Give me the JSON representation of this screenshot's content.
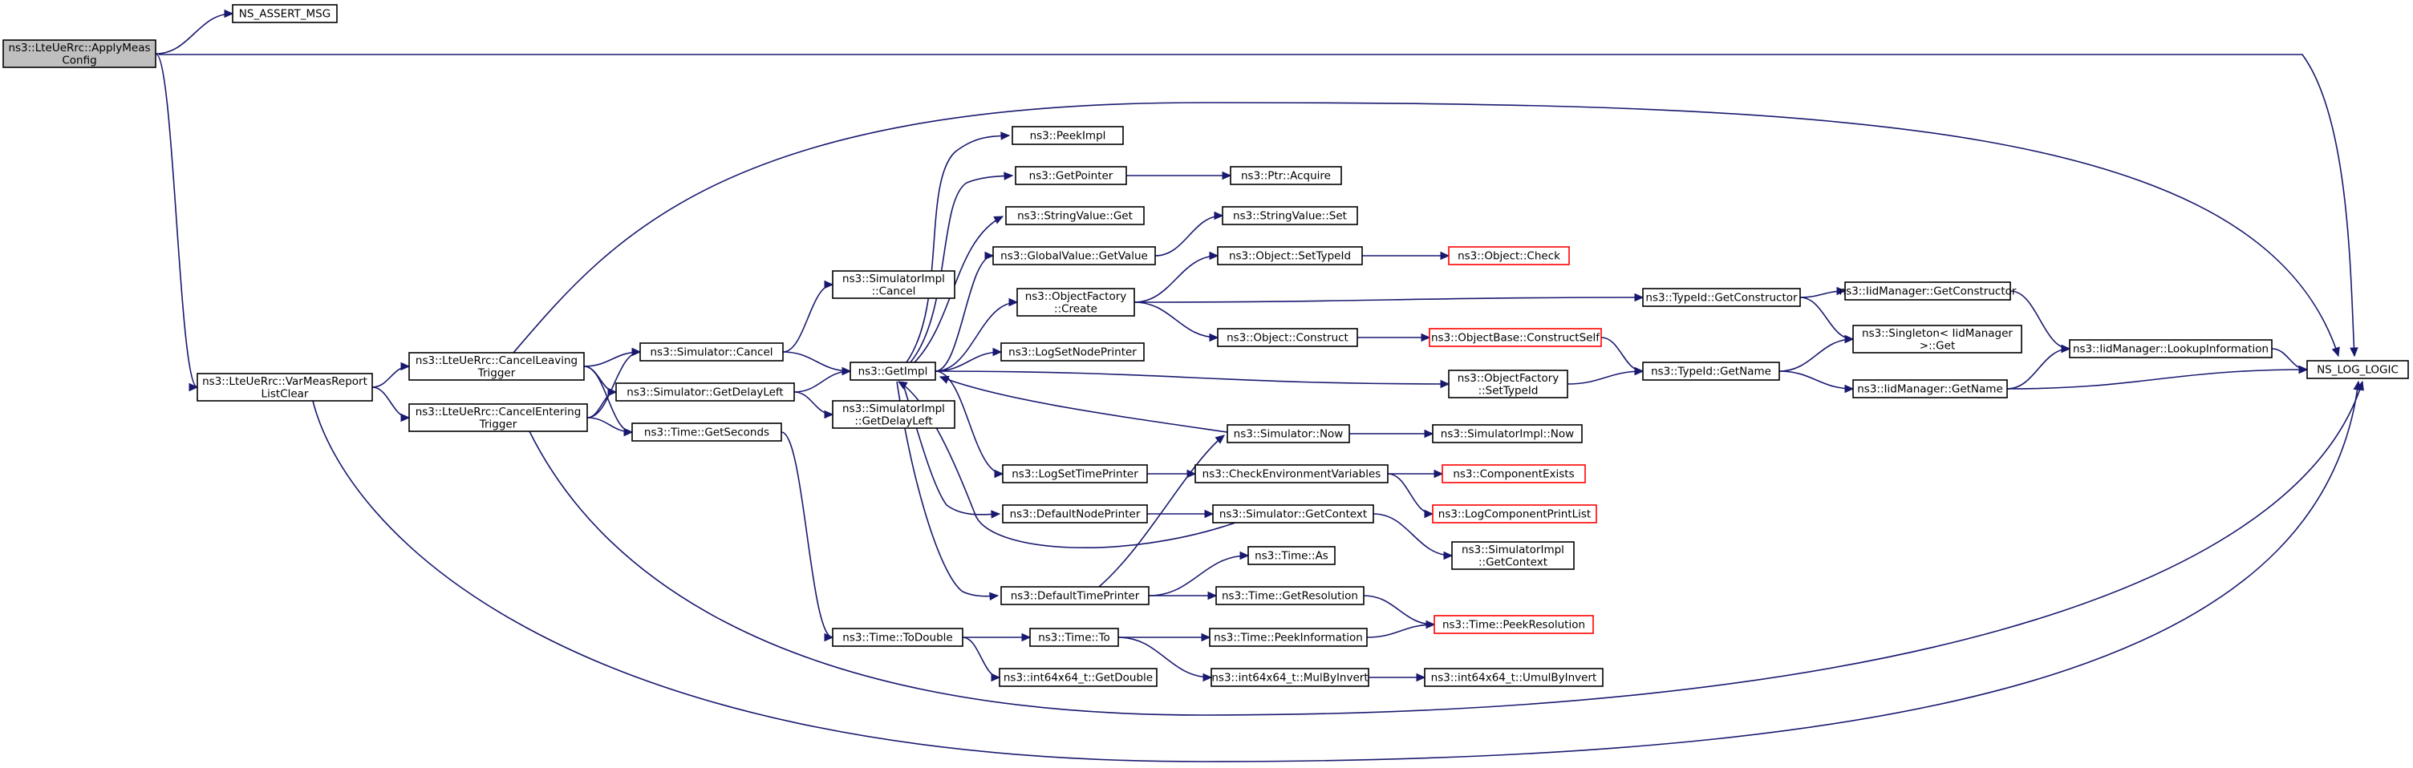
{
  "graph": {
    "colors": {
      "edge": "#191970",
      "node_border": "#000000",
      "truncated_border": "#ff0000",
      "root_fill": "#bfbfbf",
      "node_fill": "#ffffff"
    },
    "nodes": [
      {
        "id": "applymeas",
        "lines": [
          "ns3::LteUeRrc::ApplyMeas",
          "Config"
        ],
        "style": "root"
      },
      {
        "id": "nsassert",
        "lines": [
          "NS_ASSERT_MSG"
        ],
        "style": "normal"
      },
      {
        "id": "varmeas",
        "lines": [
          "ns3::LteUeRrc::VarMeasReport",
          "ListClear"
        ],
        "style": "normal"
      },
      {
        "id": "cancelleaving",
        "lines": [
          "ns3::LteUeRrc::CancelLeaving",
          "Trigger"
        ],
        "style": "normal"
      },
      {
        "id": "cancelentering",
        "lines": [
          "ns3::LteUeRrc::CancelEntering",
          "Trigger"
        ],
        "style": "normal"
      },
      {
        "id": "simcancel",
        "lines": [
          "ns3::Simulator::Cancel"
        ],
        "style": "normal"
      },
      {
        "id": "getdelayleft",
        "lines": [
          "ns3::Simulator::GetDelayLeft"
        ],
        "style": "normal"
      },
      {
        "id": "getseconds",
        "lines": [
          "ns3::Time::GetSeconds"
        ],
        "style": "normal"
      },
      {
        "id": "simimplcancel",
        "lines": [
          "ns3::SimulatorImpl",
          "::Cancel"
        ],
        "style": "normal"
      },
      {
        "id": "getimpl",
        "lines": [
          "ns3::GetImpl"
        ],
        "style": "normal"
      },
      {
        "id": "simimplgetdelayleft",
        "lines": [
          "ns3::SimulatorImpl",
          "::GetDelayLeft"
        ],
        "style": "normal"
      },
      {
        "id": "peekimpl",
        "lines": [
          "ns3::PeekImpl"
        ],
        "style": "normal"
      },
      {
        "id": "getpointer",
        "lines": [
          "ns3::GetPointer"
        ],
        "style": "normal"
      },
      {
        "id": "ptracquire",
        "lines": [
          "ns3::Ptr::Acquire"
        ],
        "style": "normal"
      },
      {
        "id": "stringvalueget",
        "lines": [
          "ns3::StringValue::Get"
        ],
        "style": "normal"
      },
      {
        "id": "stringvalueset",
        "lines": [
          "ns3::StringValue::Set"
        ],
        "style": "normal"
      },
      {
        "id": "globalvalue",
        "lines": [
          "ns3::GlobalValue::GetValue"
        ],
        "style": "normal"
      },
      {
        "id": "objsettypeid",
        "lines": [
          "ns3::Object::SetTypeId"
        ],
        "style": "normal"
      },
      {
        "id": "objcheck",
        "lines": [
          "ns3::Object::Check"
        ],
        "style": "truncated"
      },
      {
        "id": "objfactcreate",
        "lines": [
          "ns3::ObjectFactory",
          "::Create"
        ],
        "style": "normal"
      },
      {
        "id": "typeidgetctor",
        "lines": [
          "ns3::TypeId::GetConstructor"
        ],
        "style": "normal"
      },
      {
        "id": "iidgetctor",
        "lines": [
          "ns3::IidManager::GetConstructor"
        ],
        "style": "normal"
      },
      {
        "id": "objconstruct",
        "lines": [
          "ns3::Object::Construct"
        ],
        "style": "normal"
      },
      {
        "id": "objbaseconstruct",
        "lines": [
          "ns3::ObjectBase::ConstructSelf"
        ],
        "style": "truncated"
      },
      {
        "id": "singleton",
        "lines": [
          "ns3::Singleton< IidManager",
          " >::Get"
        ],
        "style": "normal"
      },
      {
        "id": "lookupinfo",
        "lines": [
          "ns3::IidManager::LookupInformation"
        ],
        "style": "normal"
      },
      {
        "id": "nslog",
        "lines": [
          "NS_LOG_LOGIC"
        ],
        "style": "normal"
      },
      {
        "id": "lognodeprinter",
        "lines": [
          "ns3::LogSetNodePrinter"
        ],
        "style": "normal"
      },
      {
        "id": "objfactsettypeid",
        "lines": [
          "ns3::ObjectFactory",
          "::SetTypeId"
        ],
        "style": "normal"
      },
      {
        "id": "typeidgetname",
        "lines": [
          "ns3::TypeId::GetName"
        ],
        "style": "normal"
      },
      {
        "id": "iidgetname",
        "lines": [
          "ns3::IidManager::GetName"
        ],
        "style": "normal"
      },
      {
        "id": "simnow",
        "lines": [
          "ns3::Simulator::Now"
        ],
        "style": "normal"
      },
      {
        "id": "simimplnow",
        "lines": [
          "ns3::SimulatorImpl::Now"
        ],
        "style": "normal"
      },
      {
        "id": "logtimeprinter",
        "lines": [
          "ns3::LogSetTimePrinter"
        ],
        "style": "normal"
      },
      {
        "id": "checkenv",
        "lines": [
          "ns3::CheckEnvironmentVariables"
        ],
        "style": "normal"
      },
      {
        "id": "compexists",
        "lines": [
          "ns3::ComponentExists"
        ],
        "style": "truncated"
      },
      {
        "id": "logcompprint",
        "lines": [
          "ns3::LogComponentPrintList"
        ],
        "style": "truncated"
      },
      {
        "id": "defnodeprinter",
        "lines": [
          "ns3::DefaultNodePrinter"
        ],
        "style": "normal"
      },
      {
        "id": "simgetcontext",
        "lines": [
          "ns3::Simulator::GetContext"
        ],
        "style": "normal"
      },
      {
        "id": "simimplgetcontext",
        "lines": [
          "ns3::SimulatorImpl",
          "::GetContext"
        ],
        "style": "normal"
      },
      {
        "id": "timeas",
        "lines": [
          "ns3::Time::As"
        ],
        "style": "normal"
      },
      {
        "id": "deftimeprinter",
        "lines": [
          "ns3::DefaultTimePrinter"
        ],
        "style": "normal"
      },
      {
        "id": "timegetres",
        "lines": [
          "ns3::Time::GetResolution"
        ],
        "style": "normal"
      },
      {
        "id": "timetodouble",
        "lines": [
          "ns3::Time::ToDouble"
        ],
        "style": "normal"
      },
      {
        "id": "timeto",
        "lines": [
          "ns3::Time::To"
        ],
        "style": "normal"
      },
      {
        "id": "timepeekinfo",
        "lines": [
          "ns3::Time::PeekInformation"
        ],
        "style": "normal"
      },
      {
        "id": "timepeekres",
        "lines": [
          "ns3::Time::PeekResolution"
        ],
        "style": "truncated"
      },
      {
        "id": "int64getdouble",
        "lines": [
          "ns3::int64x64_t::GetDouble"
        ],
        "style": "normal"
      },
      {
        "id": "int64mulbyinvert",
        "lines": [
          "ns3::int64x64_t::MulByInvert"
        ],
        "style": "normal"
      },
      {
        "id": "int64umulbyinvert",
        "lines": [
          "ns3::int64x64_t::UmulByInvert"
        ],
        "style": "normal"
      }
    ],
    "edges": [
      {
        "from": "applymeas",
        "to": "nsassert"
      },
      {
        "from": "applymeas",
        "to": "varmeas"
      },
      {
        "from": "applymeas",
        "to": "nslog"
      },
      {
        "from": "varmeas",
        "to": "cancelleaving"
      },
      {
        "from": "varmeas",
        "to": "cancelentering"
      },
      {
        "from": "varmeas",
        "to": "nslog"
      },
      {
        "from": "cancelleaving",
        "to": "simcancel"
      },
      {
        "from": "cancelleaving",
        "to": "getdelayleft"
      },
      {
        "from": "cancelleaving",
        "to": "getseconds"
      },
      {
        "from": "cancelleaving",
        "to": "nslog"
      },
      {
        "from": "cancelentering",
        "to": "simcancel"
      },
      {
        "from": "cancelentering",
        "to": "getdelayleft"
      },
      {
        "from": "cancelentering",
        "to": "getseconds"
      },
      {
        "from": "cancelentering",
        "to": "nslog"
      },
      {
        "from": "simcancel",
        "to": "simimplcancel"
      },
      {
        "from": "simcancel",
        "to": "getimpl"
      },
      {
        "from": "getdelayleft",
        "to": "getimpl"
      },
      {
        "from": "getdelayleft",
        "to": "simimplgetdelayleft"
      },
      {
        "from": "getseconds",
        "to": "timetodouble"
      },
      {
        "from": "getimpl",
        "to": "peekimpl"
      },
      {
        "from": "getimpl",
        "to": "getpointer"
      },
      {
        "from": "getimpl",
        "to": "stringvalueget"
      },
      {
        "from": "getimpl",
        "to": "globalvalue"
      },
      {
        "from": "getimpl",
        "to": "objfactcreate"
      },
      {
        "from": "getimpl",
        "to": "lognodeprinter"
      },
      {
        "from": "getimpl",
        "to": "objfactsettypeid"
      },
      {
        "from": "getimpl",
        "to": "logtimeprinter"
      },
      {
        "from": "getimpl",
        "to": "defnodeprinter"
      },
      {
        "from": "getimpl",
        "to": "deftimeprinter"
      },
      {
        "from": "getpointer",
        "to": "ptracquire"
      },
      {
        "from": "globalvalue",
        "to": "stringvalueset"
      },
      {
        "from": "objfactcreate",
        "to": "objsettypeid"
      },
      {
        "from": "objfactcreate",
        "to": "typeidgetctor"
      },
      {
        "from": "objfactcreate",
        "to": "objconstruct"
      },
      {
        "from": "objsettypeid",
        "to": "objcheck"
      },
      {
        "from": "objconstruct",
        "to": "objbaseconstruct"
      },
      {
        "from": "objbaseconstruct",
        "to": "typeidgetname"
      },
      {
        "from": "objfactsettypeid",
        "to": "typeidgetname"
      },
      {
        "from": "typeidgetctor",
        "to": "iidgetctor"
      },
      {
        "from": "typeidgetctor",
        "to": "singleton"
      },
      {
        "from": "iidgetctor",
        "to": "lookupinfo"
      },
      {
        "from": "typeidgetname",
        "to": "singleton"
      },
      {
        "from": "typeidgetname",
        "to": "iidgetname"
      },
      {
        "from": "iidgetname",
        "to": "lookupinfo"
      },
      {
        "from": "iidgetname",
        "to": "nslog"
      },
      {
        "from": "lookupinfo",
        "to": "nslog"
      },
      {
        "from": "simnow",
        "to": "getimpl"
      },
      {
        "from": "simnow",
        "to": "simimplnow"
      },
      {
        "from": "logtimeprinter",
        "to": "checkenv"
      },
      {
        "from": "checkenv",
        "to": "compexists"
      },
      {
        "from": "checkenv",
        "to": "logcompprint"
      },
      {
        "from": "defnodeprinter",
        "to": "simgetcontext"
      },
      {
        "from": "simgetcontext",
        "to": "getimpl"
      },
      {
        "from": "simgetcontext",
        "to": "simimplgetcontext"
      },
      {
        "from": "deftimeprinter",
        "to": "simnow"
      },
      {
        "from": "deftimeprinter",
        "to": "timeas"
      },
      {
        "from": "deftimeprinter",
        "to": "timegetres"
      },
      {
        "from": "timegetres",
        "to": "timepeekres"
      },
      {
        "from": "timetodouble",
        "to": "timeto"
      },
      {
        "from": "timetodouble",
        "to": "int64getdouble"
      },
      {
        "from": "timeto",
        "to": "timepeekinfo"
      },
      {
        "from": "timeto",
        "to": "int64mulbyinvert"
      },
      {
        "from": "timepeekinfo",
        "to": "timepeekres"
      },
      {
        "from": "int64mulbyinvert",
        "to": "int64umulbyinvert"
      }
    ]
  }
}
